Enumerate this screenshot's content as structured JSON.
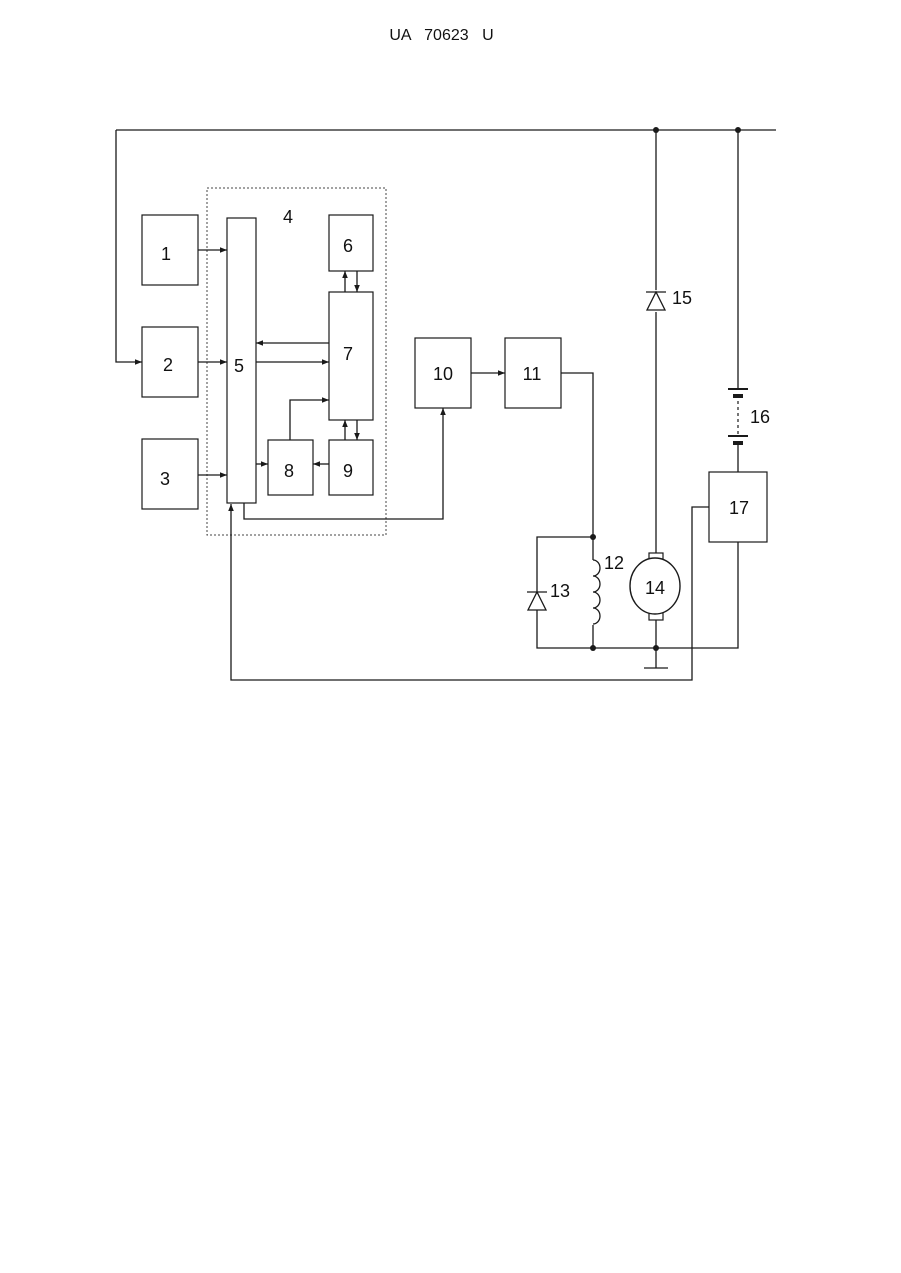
{
  "header": {
    "text": "UA 70623 U"
  },
  "diagram": {
    "blocks": {
      "b1": "1",
      "b2": "2",
      "b3": "3",
      "b4": "4",
      "b5": "5",
      "b6": "6",
      "b7": "7",
      "b8": "8",
      "b9": "9",
      "b10": "10",
      "b11": "11",
      "b12": "12",
      "b13": "13",
      "b14": "14",
      "b15": "15",
      "b16": "16",
      "b17": "17"
    }
  }
}
